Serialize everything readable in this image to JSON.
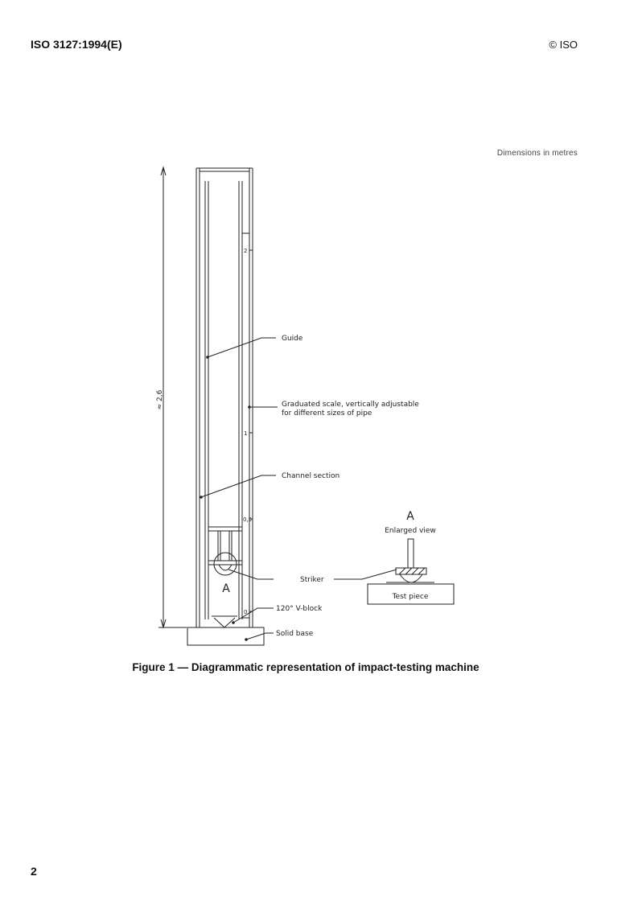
{
  "header": {
    "doc_id": "ISO 3127:1994(E)",
    "copyright": "© ISO"
  },
  "units_note": "Dimensions in metres",
  "figure": {
    "height_dim": "≈ 2,6",
    "scale_ticks": [
      "2",
      "1",
      "0,5",
      "0"
    ],
    "detail_letter": "A",
    "labels": {
      "guide": "Guide",
      "scale_line1": "Graduated scale, vertically adjustable",
      "scale_line2": "for different sizes of pipe",
      "channel": "Channel section",
      "striker": "Striker",
      "vblock": "120° V-block",
      "base": "Solid base"
    },
    "enlarged": {
      "letter": "A",
      "title": "Enlarged view",
      "test_piece": "Test piece"
    },
    "caption": "Figure 1 — Diagrammatic representation of impact-testing machine"
  },
  "page_number": "2"
}
